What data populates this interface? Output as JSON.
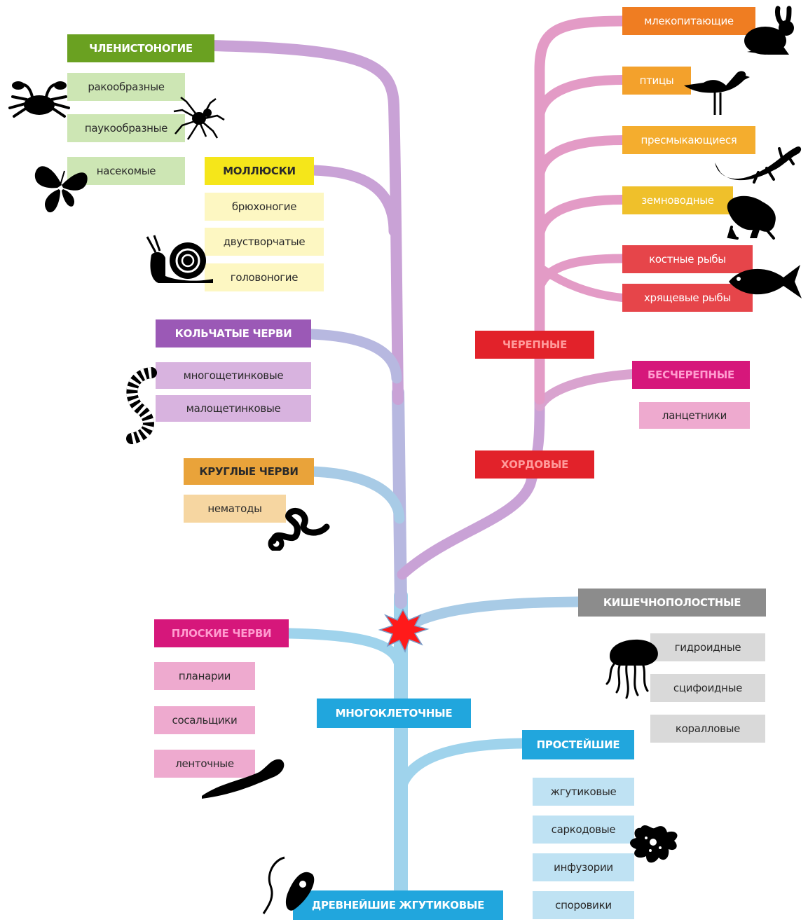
{
  "colors": {
    "trunk": "#9fd3ec",
    "branch_lower": "#a8cbe6",
    "branch_worms": "#b7b8e0",
    "branch_upper": "#c9a2d6",
    "branch_chordata": "#d9a3cf",
    "branch_vertebrates": "#e39bc6",
    "burst": "#ff1a1a"
  },
  "nodes": {
    "arthropods": {
      "label": "ЧЛЕНИСТОНОГИЕ",
      "color": "#6aa121",
      "text": "#ffffff"
    },
    "crustaceans": {
      "label": "ракообразные",
      "color": "#cde6b4"
    },
    "arachnids": {
      "label": "паукообразные",
      "color": "#cde6b4"
    },
    "insects": {
      "label": "насекомые",
      "color": "#cde6b4"
    },
    "molluscs": {
      "label": "МОЛЛЮСКИ",
      "color": "#f5e61a"
    },
    "gastropods": {
      "label": "брюхоногие",
      "color": "#fdf7c2"
    },
    "bivalves": {
      "label": "двустворчатые",
      "color": "#fdf7c2"
    },
    "cephalopods": {
      "label": "головоногие",
      "color": "#fdf7c2"
    },
    "annelids": {
      "label": "КОЛЬЧАТЫЕ ЧЕРВИ",
      "color": "#9b59b6",
      "text": "#ffffff"
    },
    "polychaetes": {
      "label": "многощетинковые",
      "color": "#d8b3df"
    },
    "oligochaetes": {
      "label": "малощетинковые",
      "color": "#d8b3df"
    },
    "roundworms": {
      "label": "КРУГЛЫЕ ЧЕРВИ",
      "color": "#e9a33a"
    },
    "nematodes": {
      "label": "нематоды",
      "color": "#f6d6a1"
    },
    "flatworms": {
      "label": "ПЛОСКИЕ ЧЕРВИ",
      "color": "#d6177b",
      "text": "#ff9ccf"
    },
    "planaria": {
      "label": "планарии",
      "color": "#eeaacf"
    },
    "flukes": {
      "label": "сосальщики",
      "color": "#eeaacf"
    },
    "tapeworms": {
      "label": "ленточные",
      "color": "#eeaacf"
    },
    "multicellular": {
      "label": "МНОГОКЛЕТОЧНЫЕ",
      "color": "#21a6dd",
      "text": "#ffffff"
    },
    "ancient_flagellates": {
      "label": "ДРЕВНЕЙШИЕ ЖГУТИКОВЫЕ",
      "color": "#21a6dd",
      "text": "#ffffff"
    },
    "mammals": {
      "label": "млекопитающие",
      "color": "#ef7d22",
      "text": "#ffffff"
    },
    "birds": {
      "label": "птицы",
      "color": "#f3a12c",
      "text": "#ffffff"
    },
    "reptiles": {
      "label": "пресмыкающиеся",
      "color": "#f4ad2e",
      "text": "#ffffff"
    },
    "amphibians": {
      "label": "земноводные",
      "color": "#efc02b",
      "text": "#ffffff"
    },
    "bony_fish": {
      "label": "костные рыбы",
      "color": "#e6454a",
      "text": "#ffffff"
    },
    "cartilaginous_fish": {
      "label": "хрящевые рыбы",
      "color": "#e6454a",
      "text": "#ffffff"
    },
    "craniates": {
      "label": "ЧЕРЕПНЫЕ",
      "color": "#e2222a",
      "text": "#ff9b9b"
    },
    "acraniates": {
      "label": "БЕСЧЕРЕПНЫЕ",
      "color": "#d6177b",
      "text": "#ff9ccf"
    },
    "lancelets": {
      "label": "ланцетники",
      "color": "#eeaacf"
    },
    "chordates": {
      "label": "ХОРДОВЫЕ",
      "color": "#e2222a",
      "text": "#ff9b9b"
    },
    "cnidarians": {
      "label": "КИШЕЧНОПОЛОСТНЫЕ",
      "color": "#8c8c8c",
      "text": "#ffffff"
    },
    "hydroids": {
      "label": "гидроидные",
      "color": "#d9d9d9"
    },
    "scyphoids": {
      "label": "сцифоидные",
      "color": "#d9d9d9"
    },
    "corals": {
      "label": "коралловые",
      "color": "#d9d9d9"
    },
    "protozoa": {
      "label": "ПРОСТЕЙШИЕ",
      "color": "#21a6dd",
      "text": "#ffffff"
    },
    "flagellates": {
      "label": "жгутиковые",
      "color": "#bfe2f3"
    },
    "sarcodines": {
      "label": "саркодовые",
      "color": "#bfe2f3"
    },
    "ciliates": {
      "label": "инфузории",
      "color": "#bfe2f3"
    },
    "sporozoans": {
      "label": "споровики",
      "color": "#bfe2f3"
    }
  },
  "icons": {
    "crab": "crab-icon",
    "spider": "spider-icon",
    "butterfly": "butterfly-icon",
    "snail": "snail-icon",
    "worm": "segmented-worm-icon",
    "nematode": "nematode-icon",
    "flatworm": "flatworm-icon",
    "euglena": "euglena-icon",
    "rabbit": "rabbit-icon",
    "gull": "gull-icon",
    "lizard": "lizard-icon",
    "frog": "frog-icon",
    "fish": "fish-icon",
    "jellyfish": "jellyfish-icon",
    "amoeba": "amoeba-icon",
    "burst": "burst-icon"
  }
}
